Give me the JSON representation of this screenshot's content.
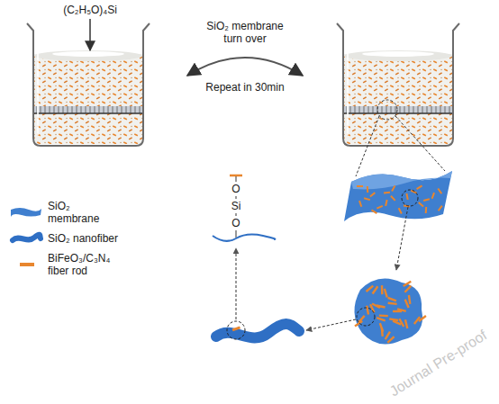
{
  "diagram": {
    "labels": [
      "(C₂H₅O)₄Si",
      "SiO₂ membrane turn over",
      "Repeat in 30min",
      "O",
      "Si",
      "O",
      "Journal Pre-proof"
    ],
    "legend": [
      {
        "text": "SiO₂ membrane",
        "color": "#3f7fcf"
      },
      {
        "text": "SiO₂ nanofiber",
        "color": "#2f6fc4"
      },
      {
        "text": "BiFeO₃/C₃N₄ fiber rod",
        "color": "#e8862e"
      }
    ]
  }
}
